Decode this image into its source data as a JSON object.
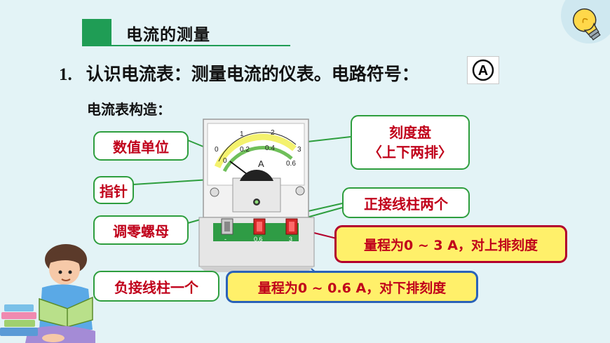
{
  "header": {
    "title": "电流的测量"
  },
  "intro": {
    "number": "1.",
    "text": "认识电流表：测量电流的仪表。电路符号：",
    "symbol_letter": "A"
  },
  "subtitle": "电流表构造：",
  "meter": {
    "upper_scale": [
      "0",
      "1",
      "2",
      "3"
    ],
    "lower_scale": [
      "0",
      "0.2",
      "0.4",
      "0.6"
    ],
    "unit_letter": "A",
    "terminal_labels": [
      "-",
      "0.6",
      "3"
    ]
  },
  "labels": {
    "unit": "数值单位",
    "pointer": "指针",
    "zero_nut": "调零螺母",
    "negative_terminal": "负接线柱一个",
    "positive_terminals": "正接线柱两个",
    "dial_line1": "刻度盘",
    "dial_line2": "〈上下两排〉",
    "range_3a": "量程为0 ~ 3 A，对上排刻度",
    "range_06a": "量程为0 ~ 0.6 A，对下排刻度"
  },
  "colors": {
    "header_green": "#1f9d55",
    "label_border_green": "#2e9e3e",
    "label_text_red": "#c0001a",
    "highlight_yellow": "#fff06a",
    "range_3a_border": "#b3002c",
    "range_06a_border": "#2a62b8",
    "background": "#e3f3f6"
  },
  "icons": [
    "lightbulb-icon",
    "reading-child-illustration",
    "book-stack-icon",
    "ammeter-symbol-icon"
  ]
}
